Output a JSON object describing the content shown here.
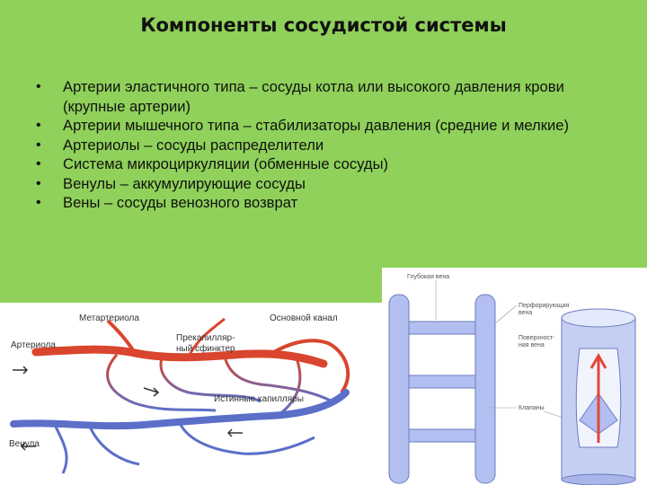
{
  "slide": {
    "title": "Компоненты сосудистой системы",
    "bullets": [
      "Артерии эластичного типа – сосуды котла или высокого давления крови (крупные артерии)",
      "Артерии мышечного типа – стабилизаторы давления (средние и мелкие)",
      "Артериолы – сосуды распределители",
      "Система микроциркуляции (обменные сосуды)",
      "Венулы – аккумулирующие сосуды",
      "Вены – сосуды венозного возврат"
    ]
  },
  "microcirculation_figure": {
    "labels": {
      "metarteriole": "Метартериола",
      "main_channel": "Основной канал",
      "arteriole": "Артериола",
      "precapillary_sphincter_1": "Прекапилляр-",
      "precapillary_sphincter_2": "ный сфинктер",
      "true_capillaries": "Истинные капилляры",
      "venule": "Венула"
    },
    "colors": {
      "arterial": "#d9452e",
      "venous": "#5b6fc9"
    }
  },
  "vein_figure": {
    "labels": {
      "deep_vein": "Глубокая вена",
      "perforating_vein_1": "Перфорирующая",
      "perforating_vein_2": "вена",
      "superficial_vein_1": "Поверхност-",
      "superficial_vein_2": "ная вена",
      "valves": "Клапаны"
    },
    "colors": {
      "vessel": "#b3bff0",
      "flow_arrow": "#e2463a"
    }
  }
}
